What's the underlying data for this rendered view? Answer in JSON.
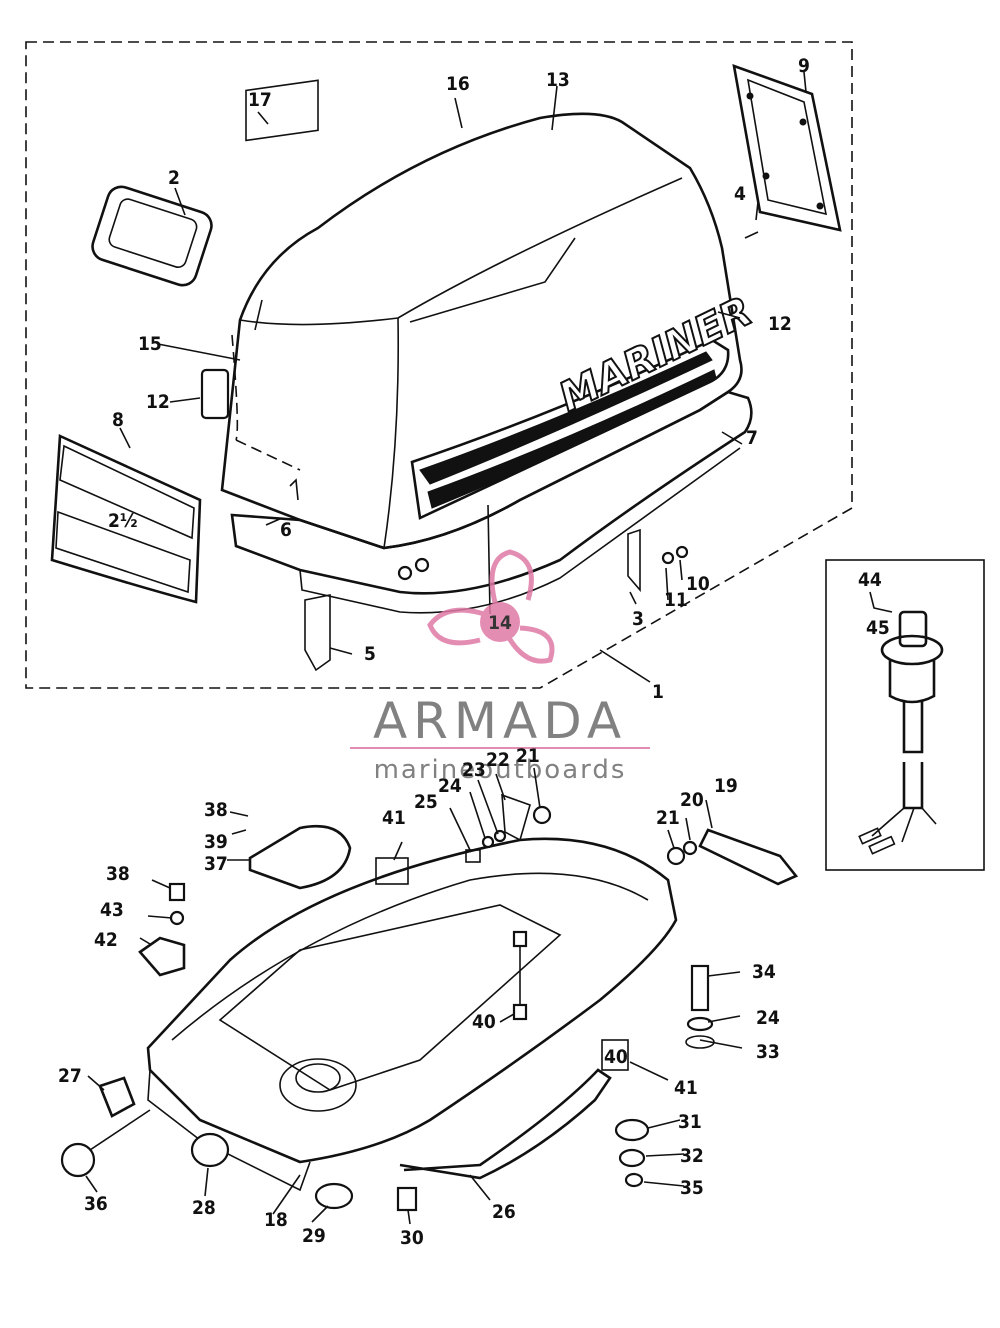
{
  "watermark": {
    "brand": "ARMADA",
    "tagline": "marineoutboards",
    "center_number": "14",
    "accent_color": "#e07aa6",
    "text_color": "#6c6c6c"
  },
  "cowl_decals": {
    "brand_text": "MARINER",
    "cover_number": "4",
    "foot_decal": "40"
  },
  "callouts": [
    "1",
    "2",
    "3",
    "4",
    "5",
    "6",
    "7",
    "8",
    "9",
    "10",
    "11",
    "12",
    "12",
    "13",
    "15",
    "16",
    "17",
    "18",
    "19",
    "20",
    "21",
    "21",
    "22",
    "23",
    "24",
    "24",
    "25",
    "26",
    "27",
    "28",
    "29",
    "30",
    "31",
    "32",
    "33",
    "34",
    "35",
    "36",
    "37",
    "38",
    "38",
    "39",
    "40",
    "41",
    "41",
    "42",
    "43",
    "44",
    "45"
  ]
}
